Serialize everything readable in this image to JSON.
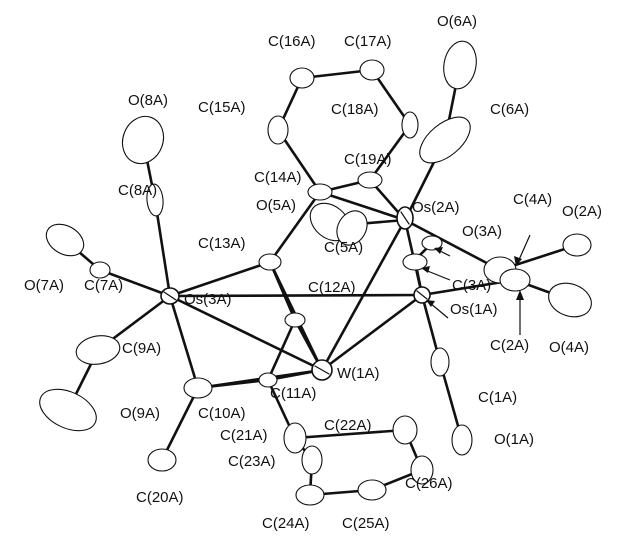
{
  "labels": {
    "C16A": "C(16A)",
    "C17A": "C(17A)",
    "O6A": "O(6A)",
    "C15A": "C(15A)",
    "C18A": "C(18A)",
    "C6A": "C(6A)",
    "O8A": "O(8A)",
    "C19A": "C(19A)",
    "C14A": "C(14A)",
    "Os2A": "Os(2A)",
    "C4A": "C(4A)",
    "O2A": "O(2A)",
    "C8A": "C(8A)",
    "O5A": "O(5A)",
    "O3A": "O(3A)",
    "C13A": "C(13A)",
    "C5A": "C(5A)",
    "O7A": "O(7A)",
    "C7A": "C(7A)",
    "Os3A": "Os(3A)",
    "C12A": "C(12A)",
    "C3A": "C(3A)",
    "Os1A": "Os(1A)",
    "C9A": "C(9A)",
    "C2A": "C(2A)",
    "O4A": "O(4A)",
    "W1A": "W(1A)",
    "C11A": "C(11A)",
    "C1A": "C(1A)",
    "O9A": "O(9A)",
    "C10A": "C(10A)",
    "C21A": "C(21A)",
    "C22A": "C(22A)",
    "C23A": "C(23A)",
    "O1A": "O(1A)",
    "C26A": "C(26A)",
    "C20A": "C(20A)",
    "C24A": "C(24A)",
    "C25A": "C(25A)"
  }
}
